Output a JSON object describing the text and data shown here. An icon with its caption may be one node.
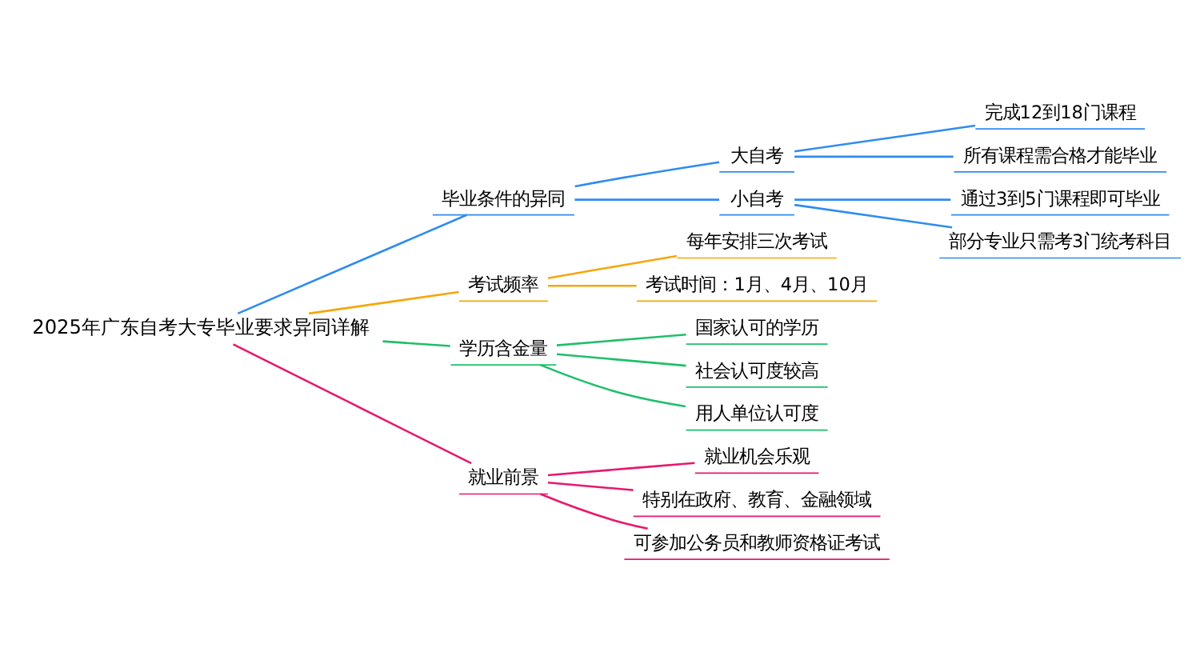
{
  "diagram": {
    "nodes": [
      {
        "text": [
          "2025年广东自考大专毕业要求异同详解"
        ]
      },
      {
        "text": [
          "毕业条件的异同"
        ]
      },
      {
        "text": [
          "大自考"
        ]
      },
      {
        "text": [
          "完成12到18门课程"
        ]
      },
      {
        "text": [
          "所有课程需合格才能毕业"
        ]
      },
      {
        "text": [
          "小自考"
        ]
      },
      {
        "text": [
          "通过3到5门课程即可毕业"
        ]
      },
      {
        "text": [
          "部分专业只需考3门统考科目"
        ]
      },
      {
        "text": [
          "考试频率"
        ]
      },
      {
        "text": [
          "每年安排三次考试"
        ]
      },
      {
        "text": [
          "考试时间：1月、4月、10月"
        ]
      },
      {
        "text": [
          "学历含金量"
        ]
      },
      {
        "text": [
          "国家认可的学历"
        ]
      },
      {
        "text": [
          "社会认可度较高"
        ]
      },
      {
        "text": [
          "用人单位认可度"
        ]
      },
      {
        "text": [
          "就业前景"
        ]
      },
      {
        "text": [
          "就业机会乐观"
        ]
      },
      {
        "text": [
          "特别在政府、教育、金融领域"
        ]
      },
      {
        "text": [
          "可参加公务员和教师资格证考试"
        ]
      }
    ],
    "edges": [
      {
        "from": 0,
        "to": 1,
        "arrow": "none"
      },
      {
        "from": 1,
        "to": 2,
        "arrow": "none"
      },
      {
        "from": 2,
        "to": 3,
        "arrow": "none"
      },
      {
        "from": 2,
        "to": 4,
        "arrow": "none"
      },
      {
        "from": 1,
        "to": 5,
        "arrow": "none"
      },
      {
        "from": 5,
        "to": 6,
        "arrow": "none"
      },
      {
        "from": 5,
        "to": 7,
        "arrow": "none"
      },
      {
        "from": 0,
        "to": 8,
        "arrow": "none",
        "color": "#f5a70a"
      },
      {
        "from": 8,
        "to": 9,
        "arrow": "none",
        "color": "#f5a70a"
      },
      {
        "from": 8,
        "to": 10,
        "arrow": "none",
        "color": "#f5a70a"
      },
      {
        "from": 0,
        "to": 11,
        "arrow": "none",
        "color": "#1fbf6a"
      },
      {
        "from": 11,
        "to": 12,
        "arrow": "none",
        "color": "#1fbf6a"
      },
      {
        "from": 11,
        "to": 13,
        "arrow": "none",
        "color": "#1fbf6a"
      },
      {
        "from": 11,
        "to": 14,
        "arrow": "none",
        "color": "#1fbf6a"
      },
      {
        "from": 0,
        "to": 15,
        "arrow": "none",
        "color": "#e8186d"
      },
      {
        "from": 15,
        "to": 16,
        "arrow": "none",
        "color": "#e8186d"
      },
      {
        "from": 15,
        "to": 17,
        "arrow": "none",
        "color": "#e8186d"
      },
      {
        "from": 15,
        "to": 18,
        "arrow": "none",
        "color": "#e8186d"
      }
    ]
  }
}
